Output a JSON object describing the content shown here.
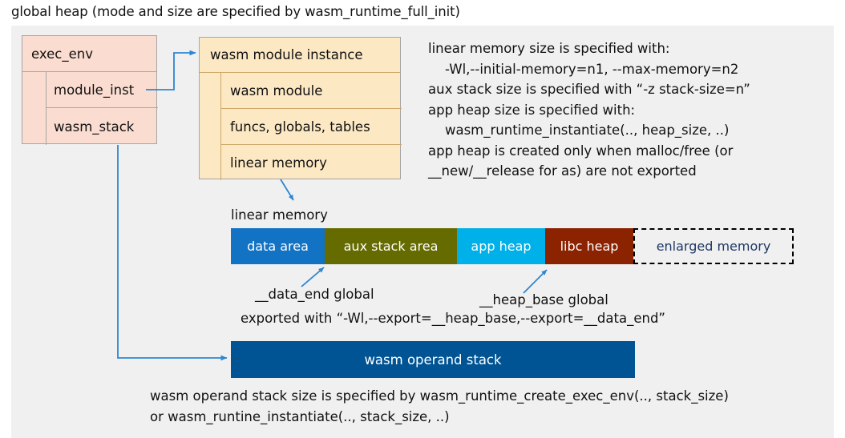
{
  "title": "global heap (mode and size are specified by wasm_runtime_full_init)",
  "exec_env": {
    "header": "exec_env",
    "rows": [
      {
        "label": "module_inst"
      },
      {
        "label": "wasm_stack"
      }
    ]
  },
  "wasm_module_instance": {
    "header": "wasm module instance",
    "rows": [
      {
        "label": "wasm module"
      },
      {
        "label": "funcs, globals, tables"
      },
      {
        "label": "linear memory"
      }
    ]
  },
  "notes": {
    "right": "linear memory size is specified with:\n    -Wl,--initial-memory=n1, --max-memory=n2\naux stack size is specified with “-z stack-size=n”\napp heap size is specified with:\n    wasm_runtime_instantiate(.., heap_size, ..)\napp heap is created only when malloc/free (or\n__new/__release for as) are not exported",
    "bottom": "wasm operand stack size is specified by wasm_runtime_create_exec_env(.., stack_size)\nor wasm_runtine_instantiate(.., stack_size, ..)"
  },
  "linear_memory": {
    "label": "linear memory",
    "segments": [
      {
        "label": "data area",
        "color": "#1272c4"
      },
      {
        "label": "aux stack area",
        "color": "#666b00"
      },
      {
        "label": "app heap",
        "color": "#00b0e8"
      },
      {
        "label": "libc heap",
        "color": "#8b2200"
      },
      {
        "label": "enlarged memory",
        "color": "#f0f0f0"
      }
    ]
  },
  "callouts": {
    "data_end": "__data_end global",
    "heap_base": "__heap_base global",
    "exported": "exported with “-Wl,--export=__heap_base,--export=__data_end”"
  },
  "operand_stack": {
    "label": "wasm operand stack"
  },
  "colors": {
    "canvas": "#f0f0f0",
    "exec_env_fill": "#fadcd0",
    "module_fill": "#fce8c3",
    "connector": "#2e86d1",
    "operand_stack": "#005494",
    "enlarged_text": "#1f3864"
  }
}
